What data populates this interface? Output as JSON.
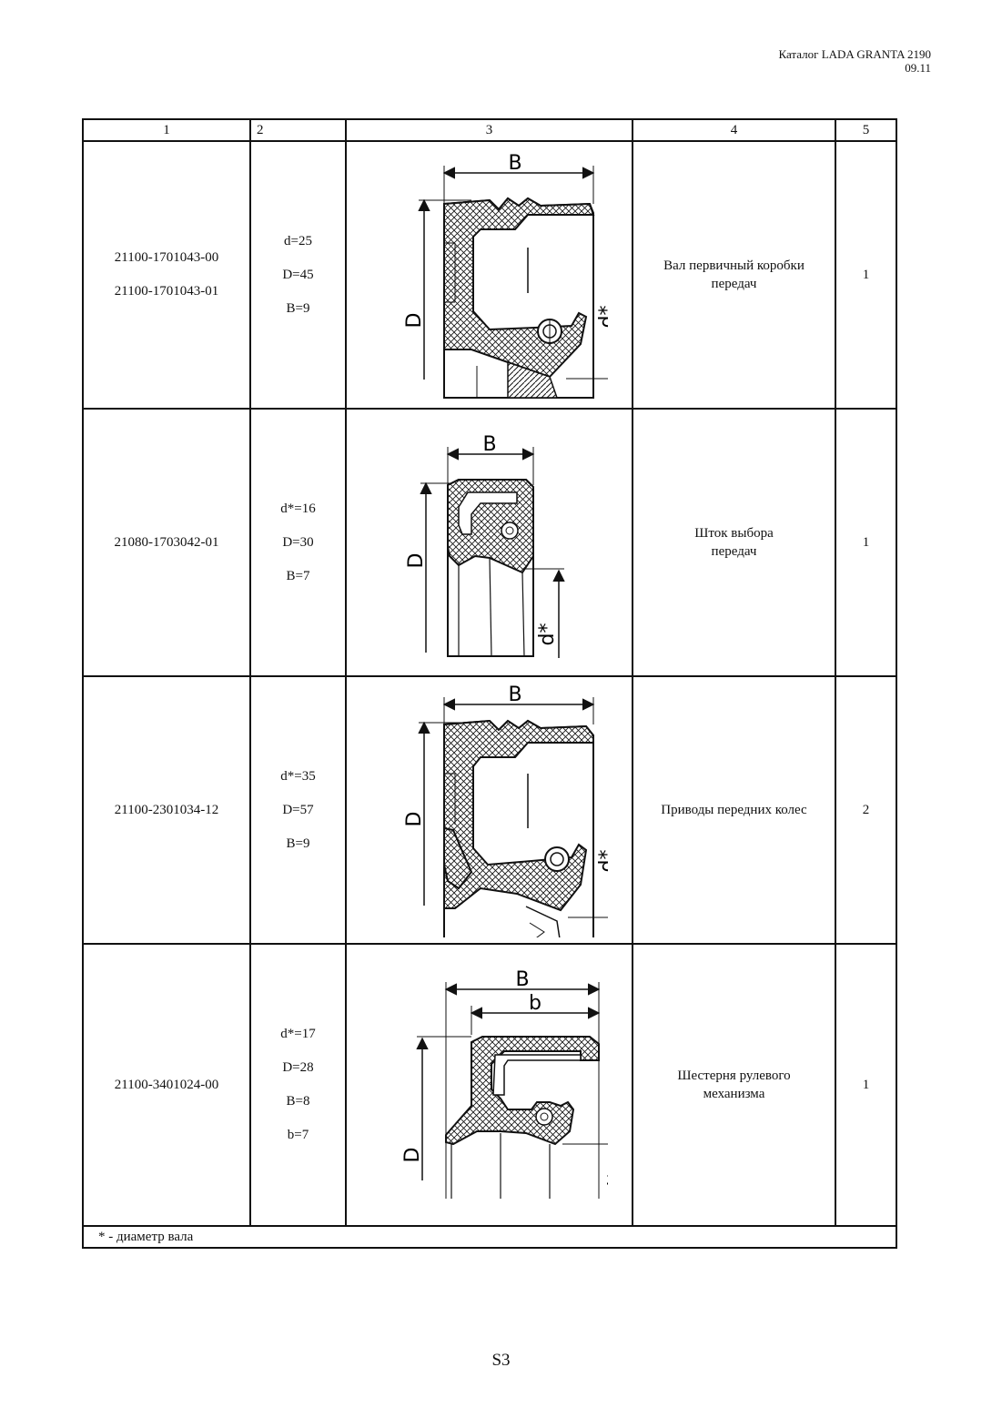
{
  "header": {
    "catalog_title": "Каталог LADA GRANTA 2190",
    "date": "09.11"
  },
  "table": {
    "columns": [
      "1",
      "2",
      "3",
      "4",
      "5"
    ],
    "rows": [
      {
        "part_numbers": [
          "21100-1701043-00",
          "21100-1701043-01"
        ],
        "params": [
          "d=25",
          "D=45",
          "B=9"
        ],
        "drawing_labels": {
          "B": "B",
          "D": "D",
          "d": "d*"
        },
        "description": [
          "Вал первичный коробки",
          "передач"
        ],
        "quantity": "1"
      },
      {
        "part_numbers": [
          "21080-1703042-01"
        ],
        "params": [
          "d*=16",
          "D=30",
          "B=7"
        ],
        "drawing_labels": {
          "B": "B",
          "D": "D",
          "d": "d*"
        },
        "description": [
          "Шток  выбора",
          "передач"
        ],
        "quantity": "1"
      },
      {
        "part_numbers": [
          "21100-2301034-12"
        ],
        "params": [
          "d*=35",
          "D=57",
          "B=9"
        ],
        "drawing_labels": {
          "B": "B",
          "D": "D",
          "d": "d*"
        },
        "description": [
          "Приводы передних колес"
        ],
        "quantity": "2"
      },
      {
        "part_numbers": [
          "21100-3401024-00"
        ],
        "params": [
          "d*=17",
          "D=28",
          "B=8",
          "b=7"
        ],
        "drawing_labels": {
          "B": "B",
          "b": "b",
          "D": "D",
          "d": "d*"
        },
        "description": [
          "Шестерня рулевого",
          "механизма"
        ],
        "quantity": "1"
      }
    ],
    "footnote": "* - диаметр вала"
  },
  "page_number": "S3",
  "colors": {
    "ink": "#111111",
    "background": "#ffffff"
  }
}
